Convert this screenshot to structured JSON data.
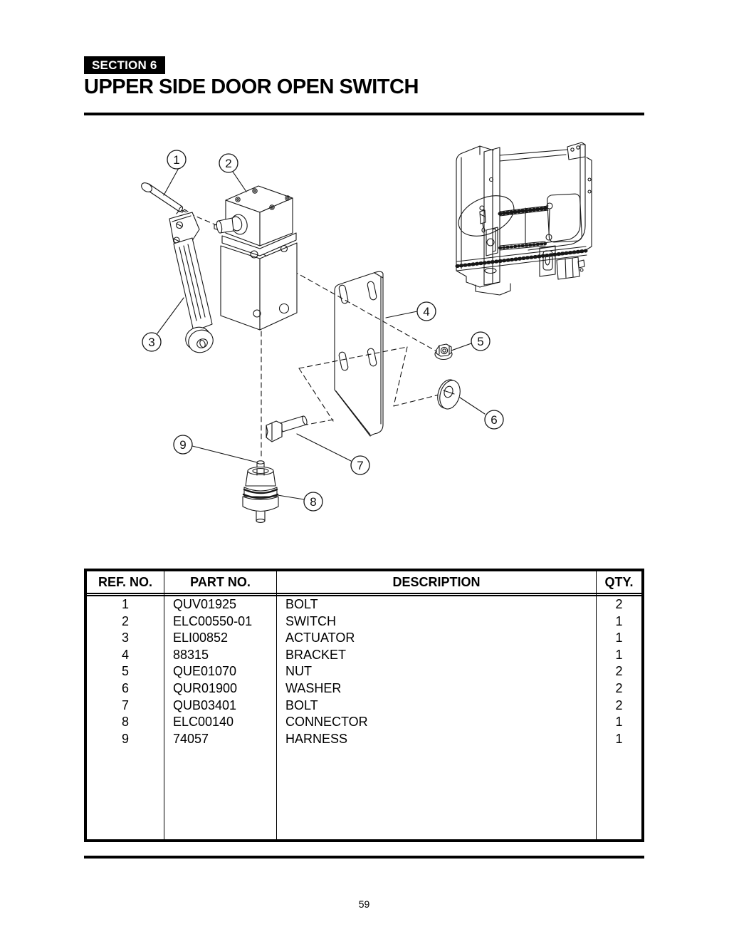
{
  "page": {
    "section_label": "SECTION 6",
    "title": "UPPER SIDE DOOR OPEN SWITCH",
    "page_number": "59"
  },
  "diagram": {
    "description": "Exploded parts view of upper side door open switch with machine location inset",
    "callouts": [
      "1",
      "2",
      "3",
      "4",
      "5",
      "6",
      "7",
      "8",
      "9"
    ]
  },
  "table": {
    "headers": [
      "REF. NO.",
      "PART NO.",
      "DESCRIPTION",
      "QTY."
    ],
    "rows": [
      {
        "ref": "1",
        "part": "QUV01925",
        "desc": "BOLT",
        "qty": "2"
      },
      {
        "ref": "2",
        "part": "ELC00550-01",
        "desc": "SWITCH",
        "qty": "1"
      },
      {
        "ref": "3",
        "part": "ELI00852",
        "desc": "ACTUATOR",
        "qty": "1"
      },
      {
        "ref": "4",
        "part": "88315",
        "desc": "BRACKET",
        "qty": "1"
      },
      {
        "ref": "5",
        "part": "QUE01070",
        "desc": "NUT",
        "qty": "2"
      },
      {
        "ref": "6",
        "part": "QUR01900",
        "desc": "WASHER",
        "qty": "2"
      },
      {
        "ref": "7",
        "part": "QUB03401",
        "desc": "BOLT",
        "qty": "2"
      },
      {
        "ref": "8",
        "part": "ELC00140",
        "desc": "CONNECTOR",
        "qty": "1"
      },
      {
        "ref": "9",
        "part": "74057",
        "desc": "HARNESS",
        "qty": "1"
      }
    ]
  }
}
